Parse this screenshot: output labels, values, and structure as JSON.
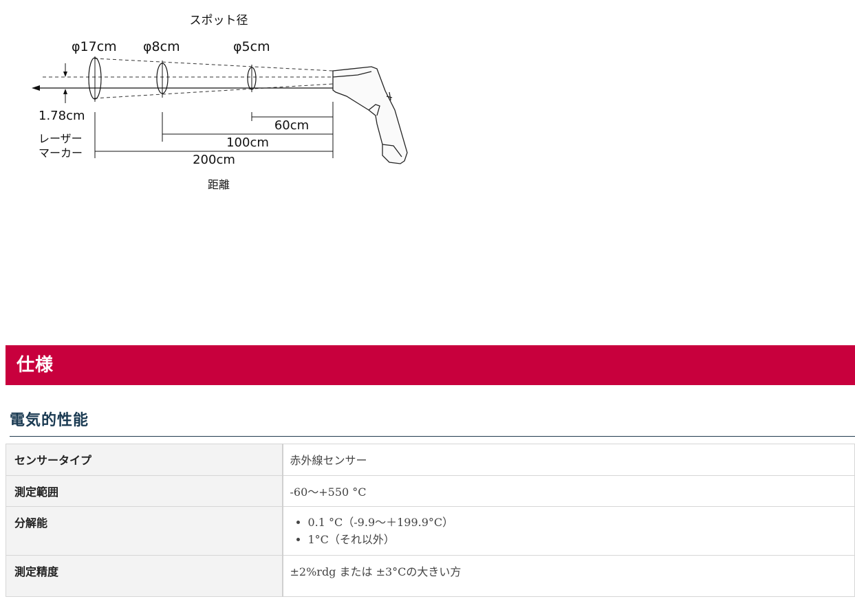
{
  "diagram": {
    "title": "スポット径",
    "spots": [
      "φ17cm",
      "φ8cm",
      "φ5cm"
    ],
    "laser_gap": "1.78cm",
    "laser_label_line1": "レーザー",
    "laser_label_line2": "マーカー",
    "distances": [
      "60cm",
      "100cm",
      "200cm"
    ],
    "distance_label": "距離"
  },
  "section": {
    "title": "仕様"
  },
  "subsection": {
    "title": "電気的性能"
  },
  "spec": {
    "rows": [
      {
        "key": "センサータイプ",
        "value": "赤外線センサー"
      },
      {
        "key": "測定範囲",
        "value": "-60〜+550 °C"
      },
      {
        "key": "分解能",
        "items": [
          "0.1 °C（-9.9〜＋199.9°C）",
          "1°C（それ以外）"
        ]
      },
      {
        "key": "測定精度",
        "value": "±2%rdg または ±3°Cの大きい方"
      }
    ]
  }
}
